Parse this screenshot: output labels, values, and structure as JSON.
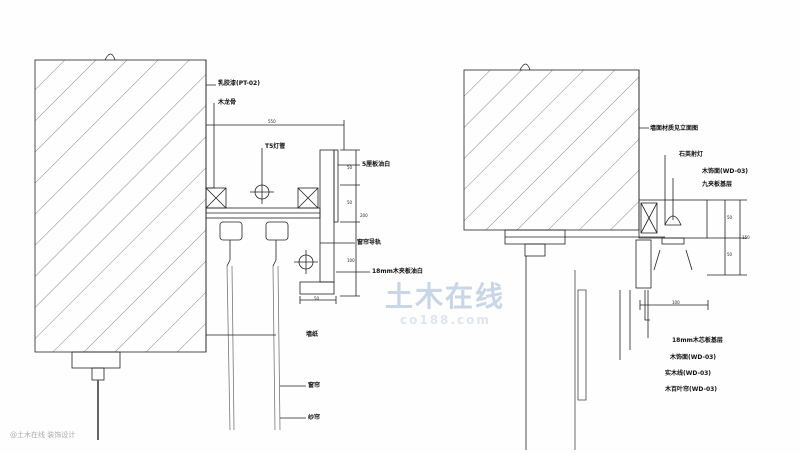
{
  "left_detail": {
    "labels": {
      "latex_paint": "乳胶漆(PT-02)",
      "wood_keel": "木龙骨",
      "t5_tube": "T5灯管",
      "plywood_5": "5厘板油白",
      "curtain_rail": "窗帘导轨",
      "plywood_18": "18mm木夹板油白",
      "wallpaper": "墙纸",
      "curtain": "窗帘",
      "sheer": "纱帘"
    },
    "dims": {
      "width": "550",
      "d1": "50",
      "d2": "50",
      "d3": "200",
      "d4": "100",
      "bottom": "50"
    }
  },
  "right_detail": {
    "labels": {
      "wall_finish": "墙面材质见立面图",
      "quartz_spot": "石英射灯",
      "wood_veneer": "木饰面(WD-03)",
      "nine_ply": "九夹板基层",
      "core_board": "18mm木芯板基层",
      "wood_finish": "木饰面(WD-03)",
      "solid_trim": "实木线(WD-03)",
      "blind": "木百叶帘(WD-03)"
    },
    "dims": {
      "a": "50",
      "b": "50",
      "total": "150",
      "width": "100"
    }
  },
  "watermark": {
    "main": "土木在线",
    "sub": "co188.com"
  },
  "caption": "@土木在线 装饰设计"
}
